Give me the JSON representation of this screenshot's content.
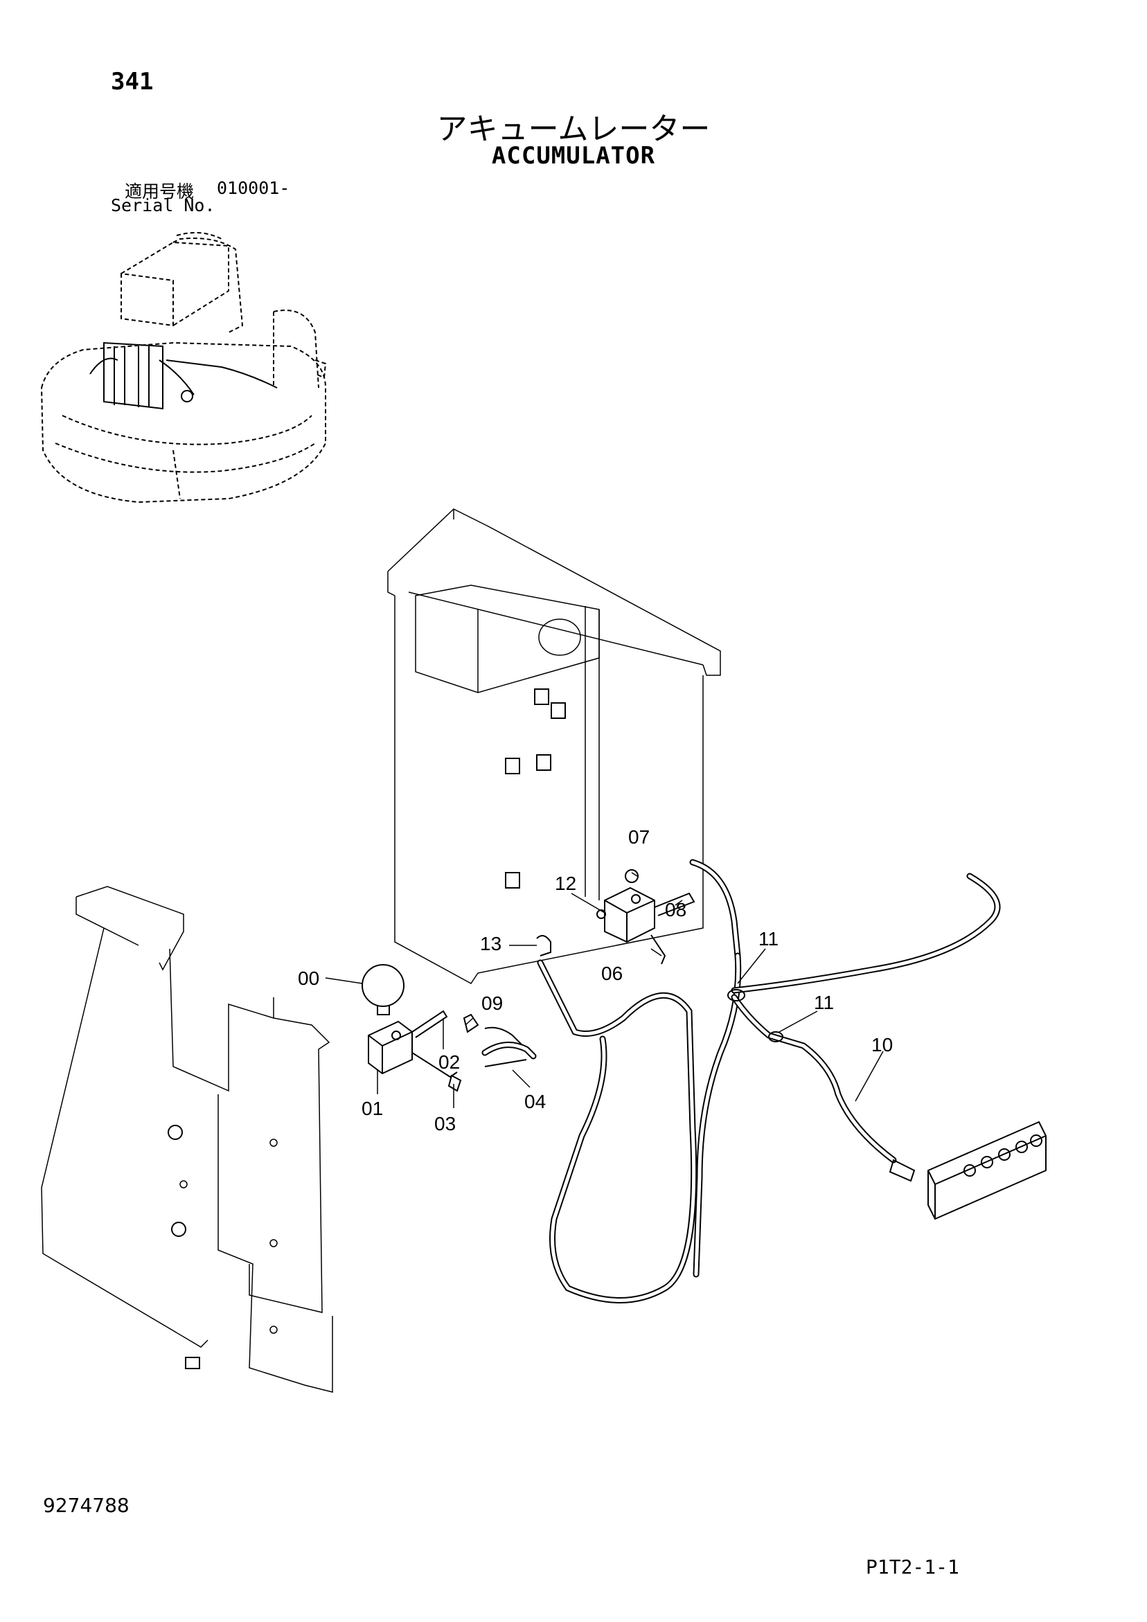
{
  "page_number": "341",
  "title_jp": "アキュームレーター",
  "title_en": "ACCUMULATOR",
  "serial": {
    "label_jp": "適用号機",
    "value": "010001-",
    "label_en": "Serial No."
  },
  "callouts": {
    "c00": "00",
    "c01": "01",
    "c02": "02",
    "c03": "03",
    "c04": "04",
    "c06": "06",
    "c07": "07",
    "c08": "08",
    "c09": "09",
    "c10": "10",
    "c11a": "11",
    "c11b": "11",
    "c12": "12",
    "c13": "13"
  },
  "doc_number": "9274788",
  "figure_code": "P1T2-1-1"
}
